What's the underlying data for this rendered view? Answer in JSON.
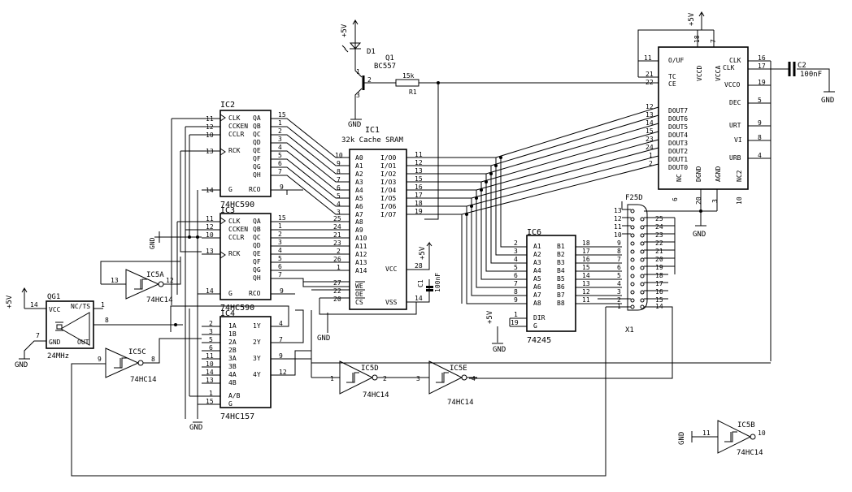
{
  "labels": {
    "ic1": "IC1",
    "ic1_desc": "32k Cache SRAM",
    "ic2": "IC2",
    "ic2_type": "74HC590",
    "ic3": "IC3",
    "ic3_type": "74HC590",
    "ic4": "IC4",
    "ic4_type": "74HC157",
    "ic6": "IC6",
    "ic6_type": "74245",
    "ic5a": "IC5A",
    "ic5b": "IC5B",
    "ic5c": "IC5C",
    "ic5d": "IC5D",
    "ic5e": "IC5E",
    "hc14": "74HC14",
    "qg1": "QG1",
    "crystal": "24MHz",
    "q1": "Q1",
    "q1_type": "BC557",
    "d1": "D1",
    "r1": "R1",
    "r1_val": "15k",
    "c1": "C1",
    "c1_val": "100nF",
    "c2": "C2",
    "c2_val": "100nF",
    "x1": "X1",
    "f25d": "F25D",
    "plus5v": "+5V",
    "gnd": "GND"
  },
  "pins": {
    "ic2_left": [
      "CLK",
      "CCKEN",
      "CCLR",
      "RCK",
      "G"
    ],
    "ic2_left_nums": [
      "11",
      "12",
      "10",
      "13",
      "14"
    ],
    "ic2_out": [
      "QA",
      "QB",
      "QC",
      "QD",
      "QE",
      "QF",
      "QG",
      "QH"
    ],
    "ic2_out_nums": [
      "15",
      "1",
      "2",
      "3",
      "4",
      "5",
      "6",
      "7"
    ],
    "ic2_rco": "RCO",
    "ic2_rco_num": "9",
    "ic3_left": [
      "CLK",
      "CCKEN",
      "CCLR",
      "RCK",
      "G"
    ],
    "ic3_left_nums": [
      "11",
      "12",
      "10",
      "13",
      "14"
    ],
    "ic3_out": [
      "QA",
      "QB",
      "QC",
      "QD",
      "QE",
      "QF",
      "QG",
      "QH"
    ],
    "ic3_out_nums": [
      "15",
      "1",
      "2",
      "3",
      "4",
      "5",
      "6",
      "7"
    ],
    "ic3_rco": "RCO",
    "ic3_rco_num": "9",
    "ic1_addr": [
      "A0",
      "A1",
      "A2",
      "A3",
      "A4",
      "A5",
      "A6",
      "A7",
      "A8",
      "A9",
      "A10",
      "A11",
      "A12",
      "A13",
      "A14"
    ],
    "ic1_addr_nums": [
      "10",
      "9",
      "8",
      "7",
      "6",
      "5",
      "4",
      "3",
      "25",
      "24",
      "21",
      "23",
      "2",
      "26",
      "1"
    ],
    "ic1_io": [
      "I/O0",
      "I/O1",
      "I/O2",
      "I/O3",
      "I/O4",
      "I/O5",
      "I/O6",
      "I/O7"
    ],
    "ic1_io_nums": [
      "11",
      "12",
      "13",
      "15",
      "16",
      "17",
      "18",
      "19"
    ],
    "ic1_ctrl": [
      "WE",
      "OE",
      "CS"
    ],
    "ic1_ctrl_nums": [
      "27",
      "22",
      "20"
    ],
    "ic1_vcc": "VCC",
    "ic1_vcc_num": "28",
    "ic1_vss": "VSS",
    "ic1_vss_num": "14",
    "ic4_in": [
      "1A",
      "1B",
      "2A",
      "2B",
      "3A",
      "3B",
      "4A",
      "4B"
    ],
    "ic4_in_nums": [
      "2",
      "3",
      "5",
      "6",
      "11",
      "10",
      "14",
      "13"
    ],
    "ic4_out": [
      "1Y",
      "2Y",
      "3Y",
      "4Y"
    ],
    "ic4_out_nums": [
      "4",
      "7",
      "9",
      "12"
    ],
    "ic4_sel": "A/B",
    "ic4_sel_num": "1",
    "ic4_g": "G",
    "ic4_g_num": "15",
    "ic6_a": [
      "A1",
      "A2",
      "A3",
      "A4",
      "A5",
      "A6",
      "A7",
      "A8"
    ],
    "ic6_a_nums": [
      "2",
      "3",
      "4",
      "5",
      "6",
      "7",
      "8",
      "9"
    ],
    "ic6_b": [
      "B1",
      "B2",
      "B3",
      "B4",
      "B5",
      "B6",
      "B7",
      "B8"
    ],
    "ic6_b_nums": [
      "18",
      "17",
      "16",
      "15",
      "14",
      "13",
      "12",
      "11"
    ],
    "ic6_dir": "DIR",
    "ic6_dir_num": "1",
    "ic6_g": "G",
    "ic6_g_num": "19",
    "dac_left": [
      "O/UF",
      "TC",
      "CE"
    ],
    "dac_left_nums": [
      "11",
      "21",
      "22"
    ],
    "dac_din": [
      "DOUT7",
      "DOUT6",
      "DOUT5",
      "DOUT4",
      "DOUT3",
      "DOUT2",
      "DOUT1",
      "DOUT0"
    ],
    "dac_din_nums": [
      "12",
      "13",
      "14",
      "15",
      "23",
      "24",
      "1",
      "2"
    ],
    "dac_right": [
      "CLK",
      "CLK",
      "VCCO",
      "DEC",
      "URT",
      "VI",
      "URB"
    ],
    "dac_right_nums": [
      "16",
      "17",
      "19",
      "5",
      "9",
      "8",
      "4"
    ],
    "dac_top": [
      "VCCD",
      "VCCA"
    ],
    "dac_top_nums": [
      "18",
      "7"
    ],
    "dac_bottom": [
      "NC",
      "DGND",
      "AGND",
      "NC2"
    ],
    "dac_bottom_nums": [
      "6",
      "20",
      "3",
      "10"
    ],
    "qg1_pins": [
      "VCC",
      "NC/TS",
      "GND",
      "OUT"
    ],
    "qg1_nums": [
      "14",
      "1",
      "7",
      "8"
    ],
    "conn_left": [
      "13",
      "12",
      "11",
      "10",
      "9",
      "8",
      "7",
      "6",
      "5",
      "4",
      "3",
      "2",
      "1"
    ],
    "conn_right": [
      "25",
      "24",
      "23",
      "22",
      "21",
      "20",
      "19",
      "18",
      "17",
      "16",
      "15",
      "14"
    ],
    "ic5a_pins": [
      "13",
      "12"
    ],
    "ic5b_pins": [
      "11",
      "10"
    ],
    "ic5c_pins": [
      "9",
      "8"
    ],
    "ic5d_pins": [
      "1",
      "2"
    ],
    "ic5e_pins": [
      "3",
      "4"
    ],
    "q1_pins": [
      "1",
      "2",
      "3"
    ]
  }
}
